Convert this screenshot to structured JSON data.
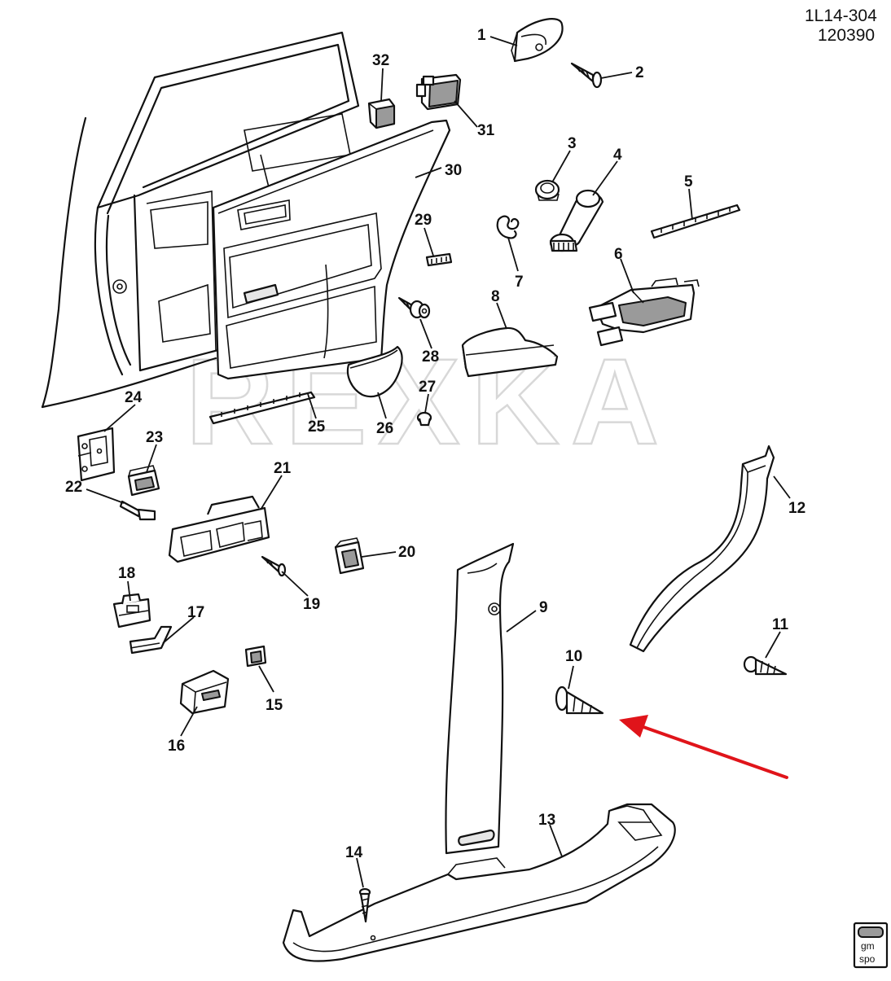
{
  "drawing": {
    "codes": [
      "1L14-304",
      "120390"
    ],
    "watermark": "REXKA",
    "logo_text": [
      "gm",
      "spo"
    ],
    "arrow_color": "#e0141a",
    "callouts": [
      "1",
      "2",
      "3",
      "4",
      "5",
      "6",
      "7",
      "8",
      "9",
      "10",
      "11",
      "12",
      "13",
      "14",
      "15",
      "16",
      "17",
      "18",
      "19",
      "20",
      "21",
      "22",
      "23",
      "24",
      "25",
      "26",
      "27",
      "28",
      "29",
      "30",
      "31",
      "32"
    ]
  }
}
